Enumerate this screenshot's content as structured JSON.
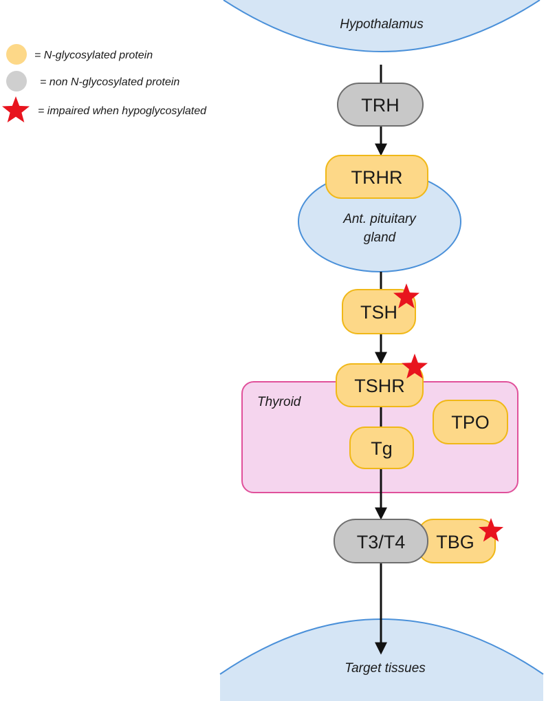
{
  "colors": {
    "glycosylated_fill": "#fdd888",
    "glycosylated_stroke": "#f0b818",
    "non_glycosylated_fill": "#c8c8c8",
    "non_glycosylated_stroke": "#6e6e6e",
    "tissue_fill": "#d5e5f5",
    "tissue_stroke": "#4a90d9",
    "thyroid_fill": "#f5d5ee",
    "thyroid_stroke": "#e0509a",
    "star": "#e8141e",
    "arrow": "#111111"
  },
  "legend": {
    "glycosylated": "= N-glycosylated protein",
    "non_glycosylated": "= non N-glycosylated protein",
    "impaired": "= impaired when hypoglycosylated"
  },
  "regions": {
    "hypothalamus": "Hypothalamus",
    "pituitary_line1": "Ant. pituitary",
    "pituitary_line2": "gland",
    "thyroid": "Thyroid",
    "target": "Target tissues"
  },
  "nodes": {
    "trh": "TRH",
    "trhr": "TRHR",
    "tsh": "TSH",
    "tshr": "TSHR",
    "tg": "Tg",
    "tpo": "TPO",
    "t3t4": "T3/T4",
    "tbg": "TBG"
  }
}
